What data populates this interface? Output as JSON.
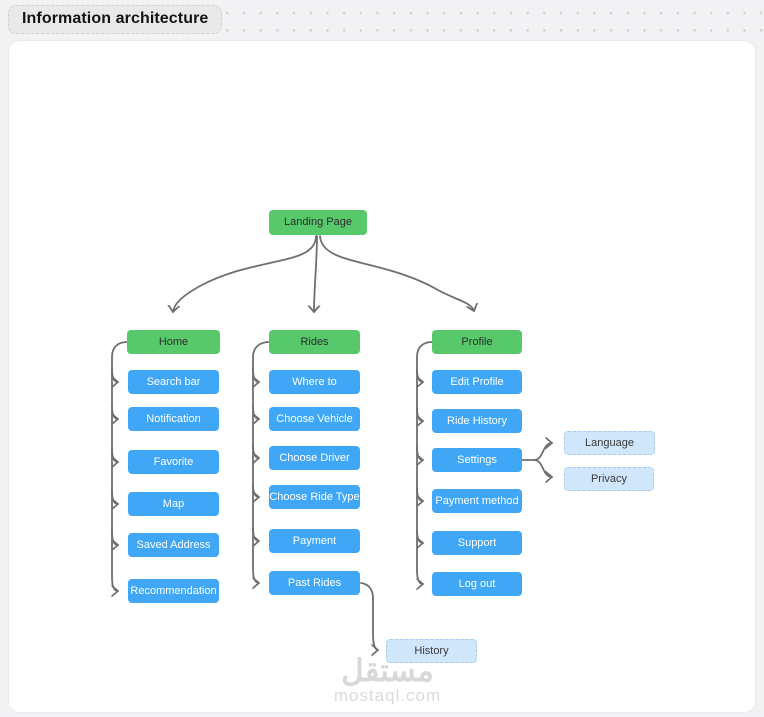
{
  "header": {
    "title": "Information architecture"
  },
  "colors": {
    "green": "#58c96a",
    "blue": "#3fa7f5",
    "lightblue": "#cfe6fb",
    "connector": "#6f6f6f"
  },
  "diagram": {
    "root": {
      "label": "Landing Page"
    },
    "columns": [
      {
        "header": "Home",
        "children": [
          "Search bar",
          "Notification",
          "Favorite",
          "Map",
          "Saved Address",
          "Recommendation"
        ]
      },
      {
        "header": "Rides",
        "children": [
          "Where to",
          "Choose Vehicle",
          "Choose Driver",
          "Choose Ride Type",
          "Payment",
          "Past Rides"
        ]
      },
      {
        "header": "Profile",
        "children": [
          "Edit Profile",
          "Ride History",
          "Settings",
          "Payment method",
          "Support",
          "Log out"
        ]
      }
    ],
    "leaves": [
      {
        "label": "Language",
        "from": "Settings"
      },
      {
        "label": "Privacy",
        "from": "Settings"
      },
      {
        "label": "History",
        "from": "Past Rides"
      }
    ]
  },
  "watermark": {
    "arabic": "مستقل",
    "domain": "mostaql.com"
  }
}
